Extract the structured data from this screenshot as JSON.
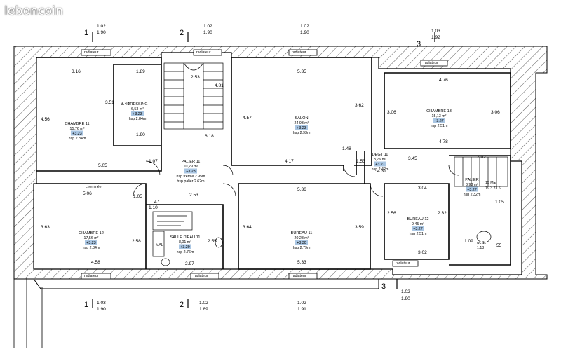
{
  "watermark": "leboncoin",
  "rooms": [
    {
      "id": "chambre11",
      "name": "CHAMBRE 11",
      "area": "15,76 m²",
      "code": "+3.23",
      "hsp": "hsp 2.84m"
    },
    {
      "id": "dressing",
      "name": "DRESSING",
      "area": "6,53 m²",
      "code": "+3.23",
      "hsp": "hsp 2.84m"
    },
    {
      "id": "salon",
      "name": "SALON",
      "area": "24,93 m²",
      "code": "+3.23",
      "hsp": "hsp 2.93m"
    },
    {
      "id": "chambre13",
      "name": "CHAMBRE 13",
      "area": "15,13 m²",
      "code": "+3.27",
      "hsp": "hsp 2.51m"
    },
    {
      "id": "palier11",
      "name": "PALIER 11",
      "area": "10,29 m²",
      "code": "+3.23",
      "hsp": "hsp trémie 2.95m",
      "hsp2": "hsp palier 2.62m"
    },
    {
      "id": "degt11",
      "name": "DEGT 11",
      "area": "3,76 m²",
      "code": "+3.27",
      "hsp": "hsp 2.42m"
    },
    {
      "id": "palier_e",
      "name": "PALIER",
      "area": "3,93 m²",
      "code": "+3.27",
      "hsp": "hsp 2.32m"
    },
    {
      "id": "chambre12",
      "name": "CHAMBRE 12",
      "area": "17,56 m²",
      "code": "+3.23",
      "hsp": "hsp 2.84m"
    },
    {
      "id": "salle_eau",
      "name": "SALLE D'EAU 11",
      "area": "8,01 m²",
      "code": "+3.29",
      "hsp": "hsp 2.76m"
    },
    {
      "id": "bureau11",
      "name": "BUREAU 11",
      "area": "20,28 m²",
      "code": "+3.30",
      "hsp": "hsp 2.79m"
    },
    {
      "id": "bureau12",
      "name": "BUREAU 12",
      "area": "9,45 m²",
      "code": "+3.27",
      "hsp": "hsp 2.51m"
    }
  ],
  "labels": {
    "radiateur": "radiateur",
    "cheminee": "cheminée",
    "mal": "MAL",
    "stair_top": "15 Mar",
    "stair_top2": "19.3 23.6",
    "wc": "wc 11",
    "wc2": "1.18"
  },
  "dims": {
    "top_left_a": "1.02",
    "top_left_b": "1.90",
    "top_mid_a": "1.02",
    "top_mid_b": "1.90",
    "top_c_a": "1.02",
    "top_c_b": "1.90",
    "top_right_a": "1.03",
    "top_right_b": "1.92",
    "bot_left_a": "1.03",
    "bot_left_b": "1.90",
    "bot_mid_a": "1.02",
    "bot_mid_b": "1.89",
    "bot_c_a": "1.02",
    "bot_c_b": "1.91",
    "bot_right_a": "1.02",
    "bot_right_b": "1.90",
    "ch11_w": "3.16",
    "ch11_h": "4.56",
    "dress_w": "1.89",
    "dress_h": "3.51",
    "dress_d": "3.44",
    "dress_e": "1.90",
    "ch11_b": "5.05",
    "stair": "2.53",
    "stair2": "4.81",
    "palier_v": "6.18",
    "palier_w": "2.53",
    "palier_h": "1.07",
    "salon_w": "5.35",
    "salon_h": "4.57",
    "salon_h2": "3.62",
    "salon_b": "4.17",
    "salon_d": "1.48",
    "ch13_w": "4.76",
    "ch13_h": "3.06",
    "ch13_h2": "3.06",
    "ch13_d": "4.78",
    "ch13_e": "3.45",
    "degt_a": "1.53",
    "degt_b": "4.31",
    "degt_c": "2.02",
    "degt_d": "3.04",
    "ch12_w": "5.06",
    "ch12_h": "3.63",
    "ch12_h2": "2.58",
    "ch12_b": "4.58",
    "ch12_c": "1.05",
    "sde_a": "47",
    "sde_b": "2.97",
    "sde_c": "2.55",
    "sde_d": "1.10",
    "bur11_w": "5.36",
    "bur11_h": "3.64",
    "bur11_h2": "3.59",
    "bur11_b": "5.33",
    "bur12_h": "2.56",
    "bur12_h2": "2.32",
    "bur12_b": "3.02",
    "pal_r": "1.05",
    "pal_r2": "1.09",
    "pal_r3": "55"
  },
  "cuts": {
    "c1": "1",
    "c2": "2",
    "c3": "3"
  }
}
